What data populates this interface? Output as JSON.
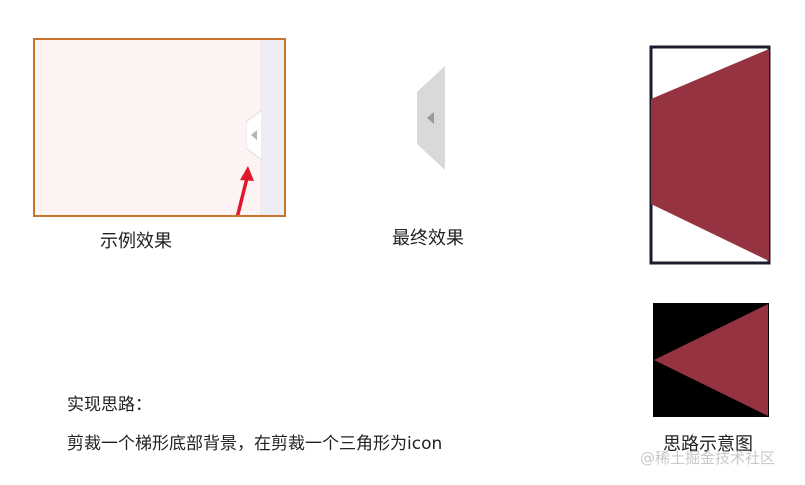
{
  "example": {
    "caption": "示例效果"
  },
  "final": {
    "caption": "最终效果"
  },
  "diagram": {
    "caption": "思路示意图"
  },
  "description": {
    "title": "实现思路：",
    "body": "剪裁一个梯形底部背景，在剪裁一个三角形为icon"
  },
  "watermark": {
    "text": "@稀土掘金技术社区"
  },
  "colors": {
    "example_border": "#c8742f",
    "example_fill": "#fdf3f3",
    "arrow_red": "#e0182c",
    "handle_gray": "#d9d9d9",
    "triangle_gray": "#9a9a9a",
    "diagram_red": "#963341",
    "diagram_frame": "#1c1c2e",
    "diagram_black": "#000000"
  }
}
